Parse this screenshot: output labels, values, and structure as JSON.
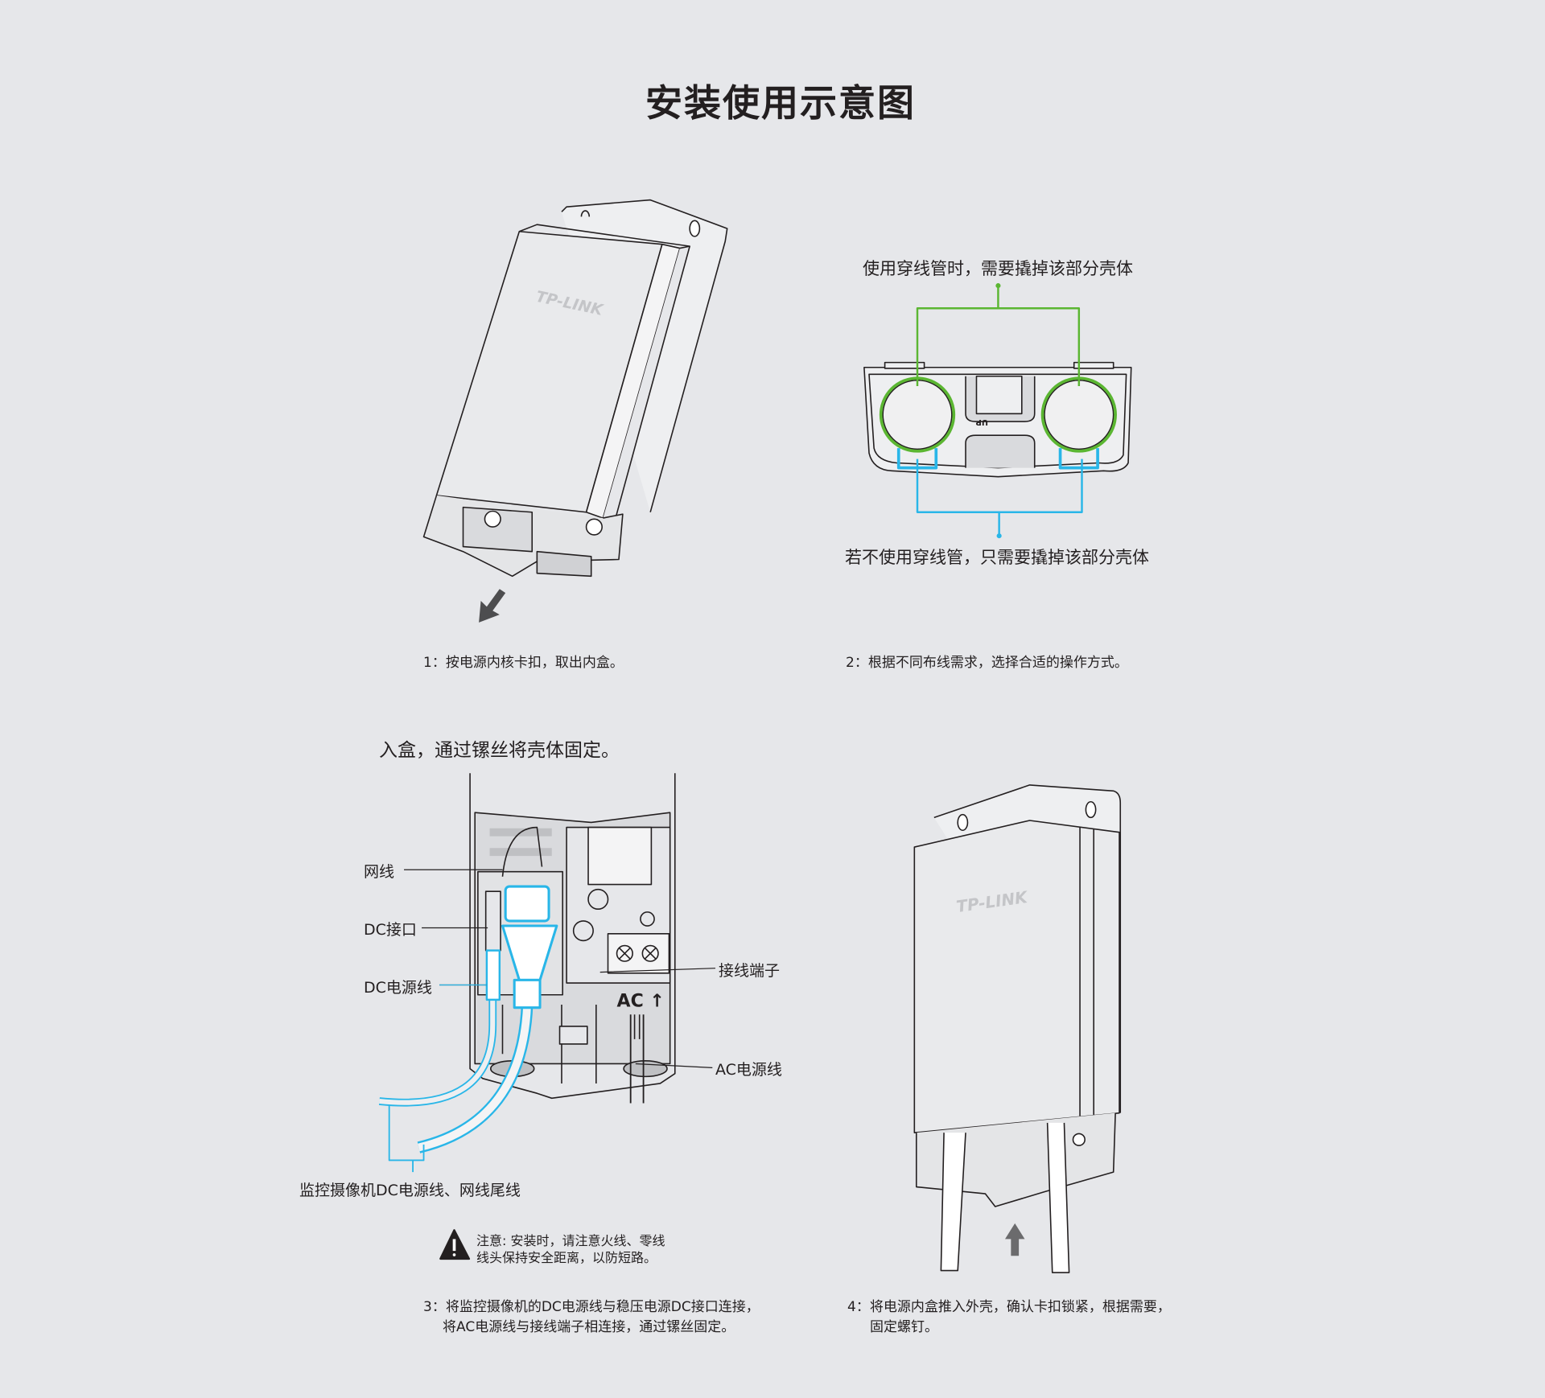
{
  "title": "安装使用示意图",
  "steps": [
    {
      "caption": "1：按电源内核卡扣，取出内盒。",
      "brand": "TP-LINK"
    },
    {
      "caption": "2：根据不同布线需求，选择合适的操作方式。",
      "callout_top": "使用穿线管时，需要撬掉该部分壳体",
      "callout_bottom": "若不使用穿线管，只需要撬掉该部分壳体",
      "up_mark": "UP"
    },
    {
      "heading": "入盒，通过镙丝将壳体固定。",
      "labels": {
        "network_cable": "网线",
        "dc_port": "DC接口",
        "dc_cable": "DC电源线",
        "terminal": "接线端子",
        "ac_cable": "AC电源线",
        "tail": "监控摄像机DC电源线、网线尾线",
        "ac_mark": "AC"
      },
      "warning": [
        "注意: 安装时，请注意火线、零线",
        "线头保持安全距离，以防短路。"
      ],
      "caption": [
        "3：将监控摄像机的DC电源线与稳压电源DC接口连接，",
        "将AC电源线与接线端子相连接，通过镙丝固定。"
      ]
    },
    {
      "caption": [
        "4：将电源内盒推入外壳，确认卡扣锁紧，根据需要，",
        "固定螺钉。"
      ],
      "brand": "TP-LINK"
    }
  ],
  "colors": {
    "background": "#e6e7ea",
    "green": "#5bb632",
    "blue": "#29b6e8",
    "line": "#231f20"
  }
}
